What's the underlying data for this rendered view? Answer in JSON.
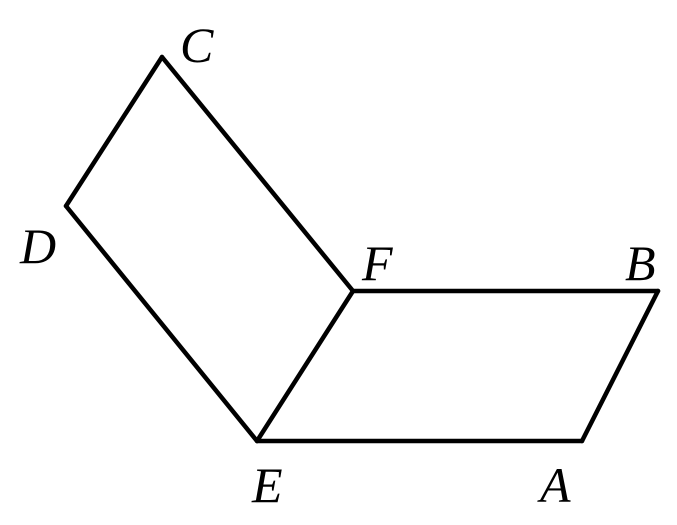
{
  "labels": {
    "C": "C",
    "D": "D",
    "F": "F",
    "B": "B",
    "E": "E",
    "A": "A"
  },
  "shapes": [
    {
      "name": "parallelogram",
      "vertices": [
        "C",
        "D",
        "E",
        "F"
      ]
    },
    {
      "name": "parallelogram",
      "vertices": [
        "F",
        "B",
        "A",
        "E"
      ]
    }
  ],
  "colors": {
    "stroke": "#000000",
    "background": "#ffffff"
  }
}
